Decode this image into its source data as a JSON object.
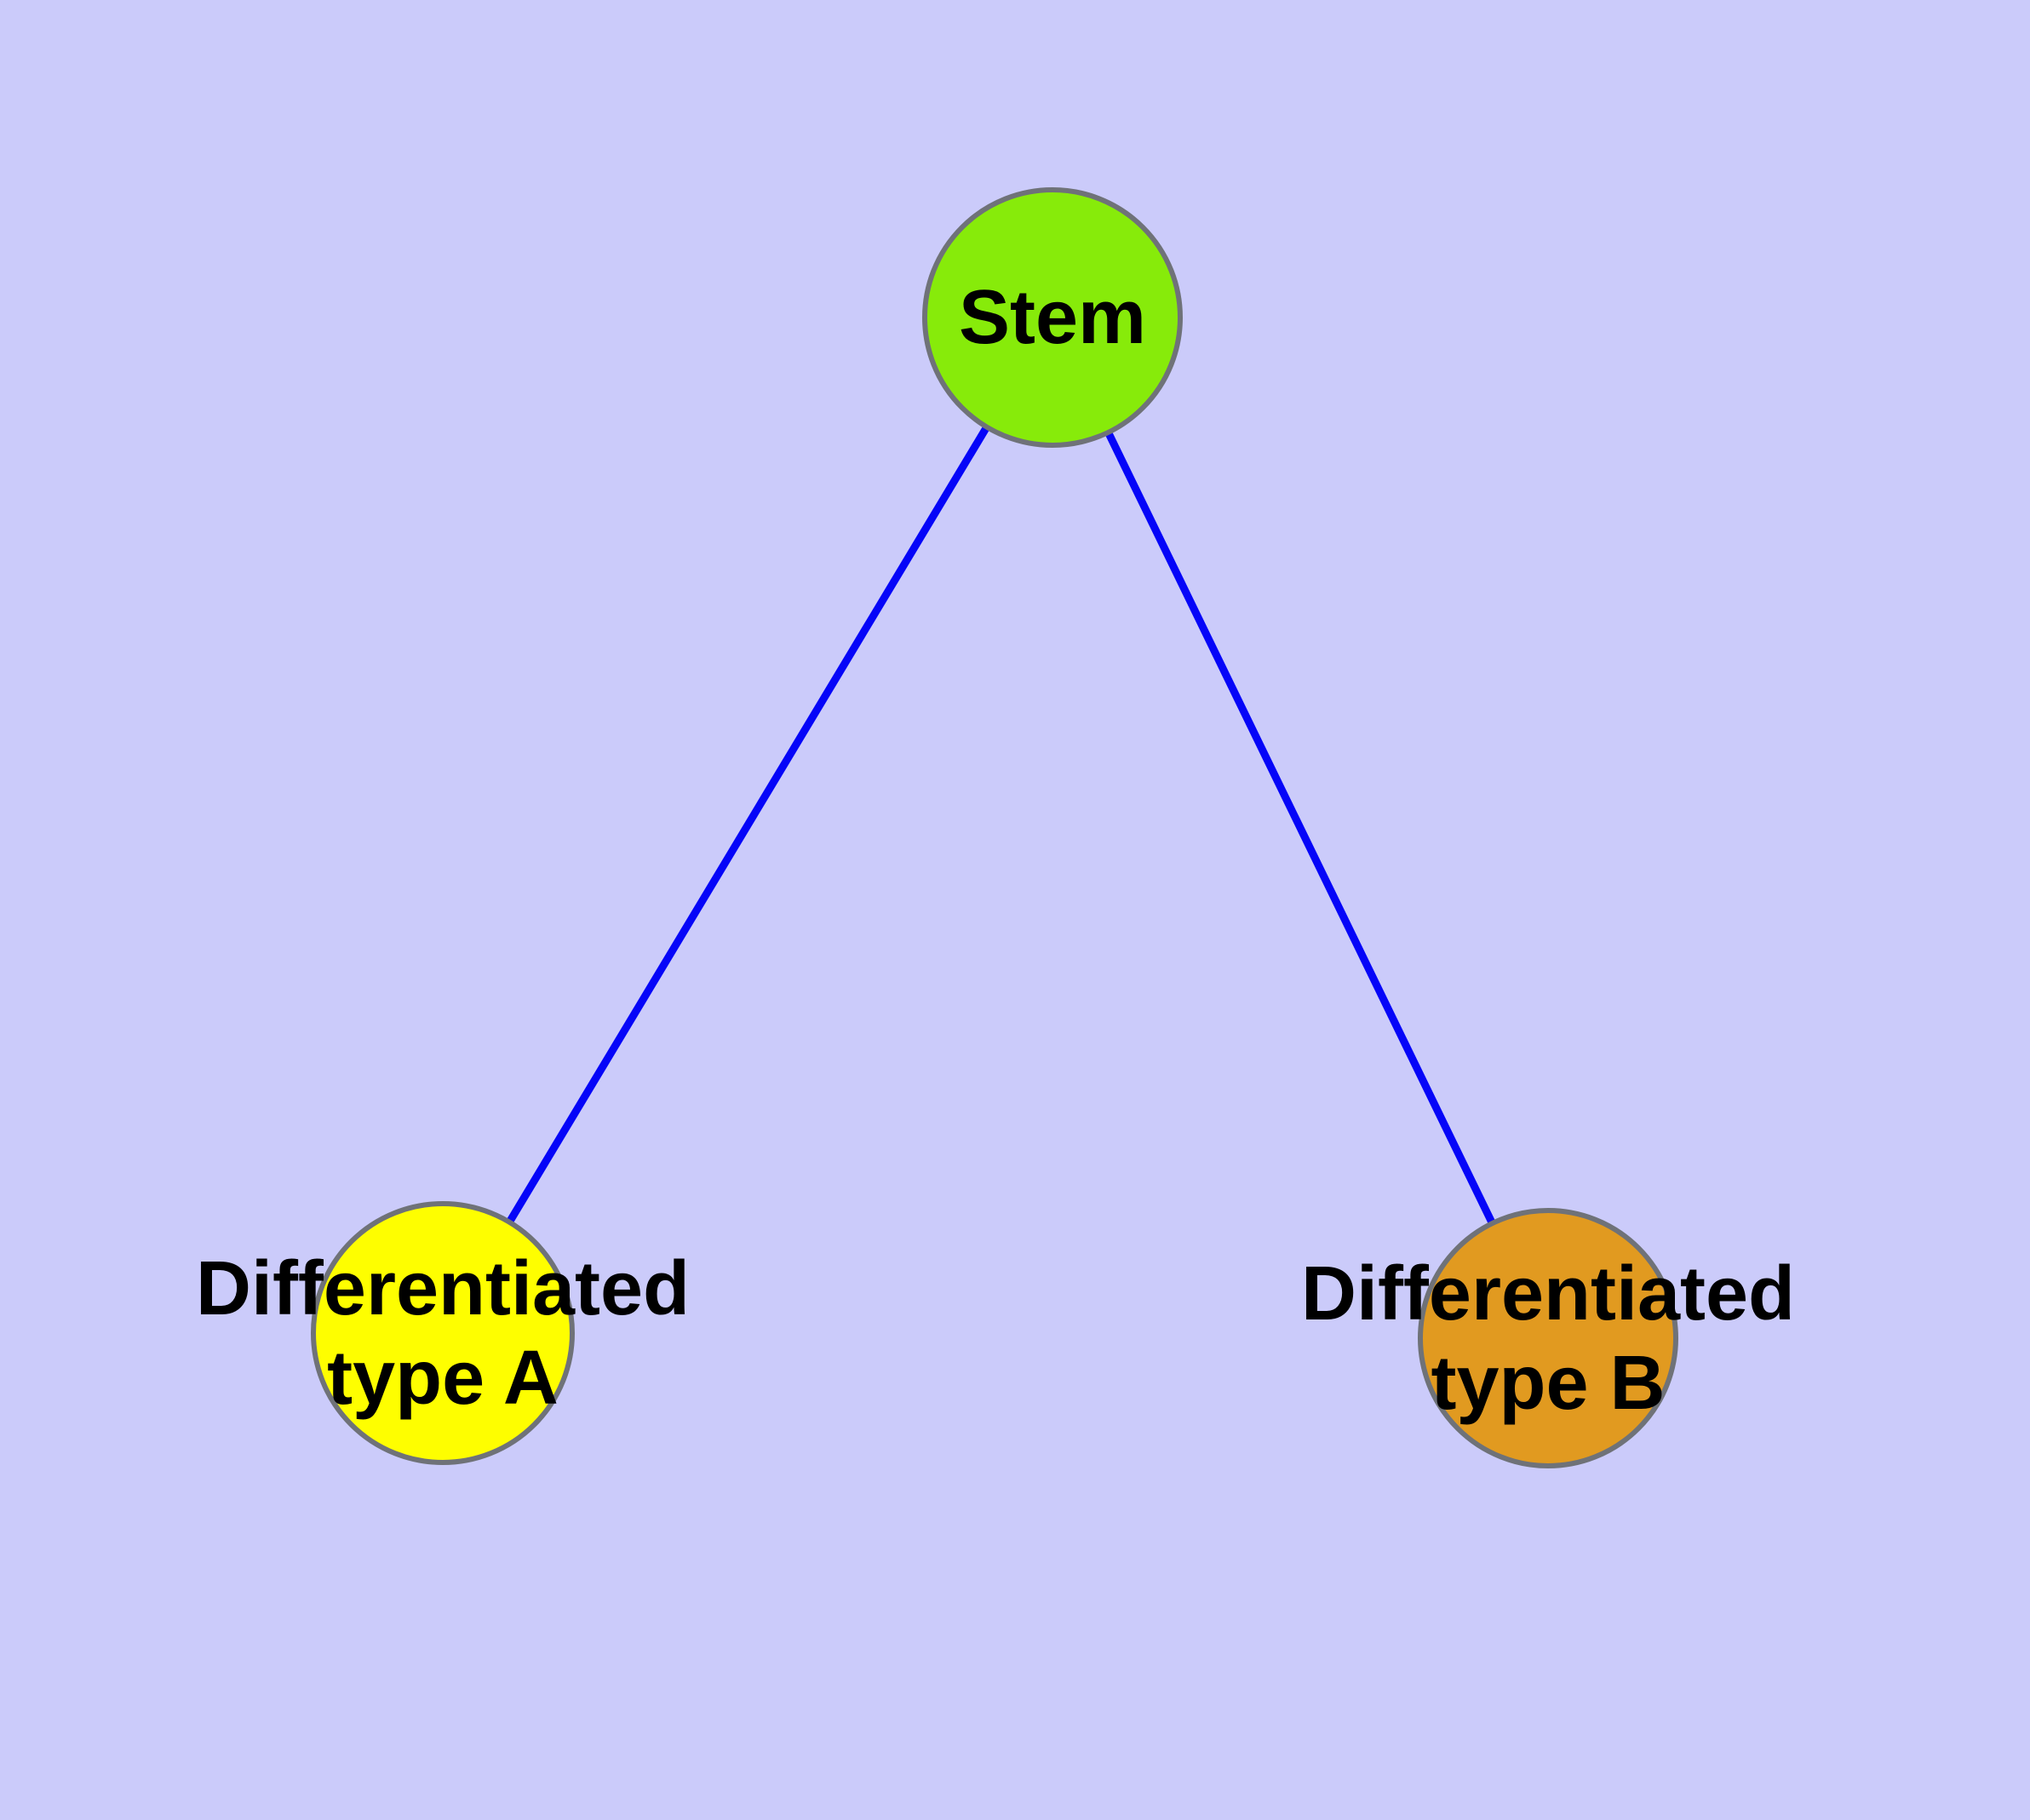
{
  "diagram": {
    "type": "graph",
    "node_count": 3,
    "edge_count": 2
  },
  "colors": {
    "background": "#CBCBFA",
    "edge": "#0505F8",
    "node_border": "#6F7278",
    "label_text": "#000000"
  },
  "nodes": [
    {
      "id": "stem",
      "label": "Stem",
      "label_lines": [
        "Stem"
      ],
      "color": "#87EB0A"
    },
    {
      "id": "differentiated-type-a",
      "label": "Differentiated type A",
      "label_lines": [
        "Differentiated",
        "type A"
      ],
      "color": "#FEFE00"
    },
    {
      "id": "differentiated-type-b",
      "label": "Differentiated type B",
      "label_lines": [
        "Differentiated",
        "type B"
      ],
      "color": "#E19A20"
    }
  ],
  "edges": [
    {
      "source": "Stem",
      "target": "Differentiated type A"
    },
    {
      "source": "Stem",
      "target": "Differentiated type B"
    }
  ]
}
